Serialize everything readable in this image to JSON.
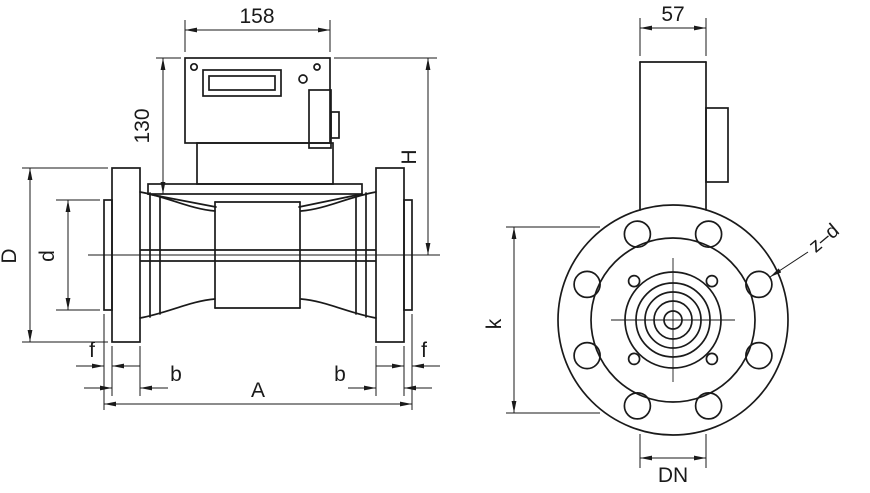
{
  "front_view": {
    "dims": {
      "head_width": "158",
      "head_height": "130",
      "height_to_axis": "H",
      "flange_outer_diameter": "D",
      "inner_diameter": "d",
      "sealing_face_left": "f",
      "sealing_face_right": "f",
      "flange_thickness_left": "b",
      "flange_thickness_right": "b",
      "overall_length": "A"
    }
  },
  "side_view": {
    "dims": {
      "head_depth": "57",
      "bolt_holes": "z–d",
      "bolt_circle_diameter": "k",
      "nominal_diameter": "DN"
    }
  },
  "colors": {
    "line": "#1a1a1a",
    "background": "#ffffff"
  }
}
